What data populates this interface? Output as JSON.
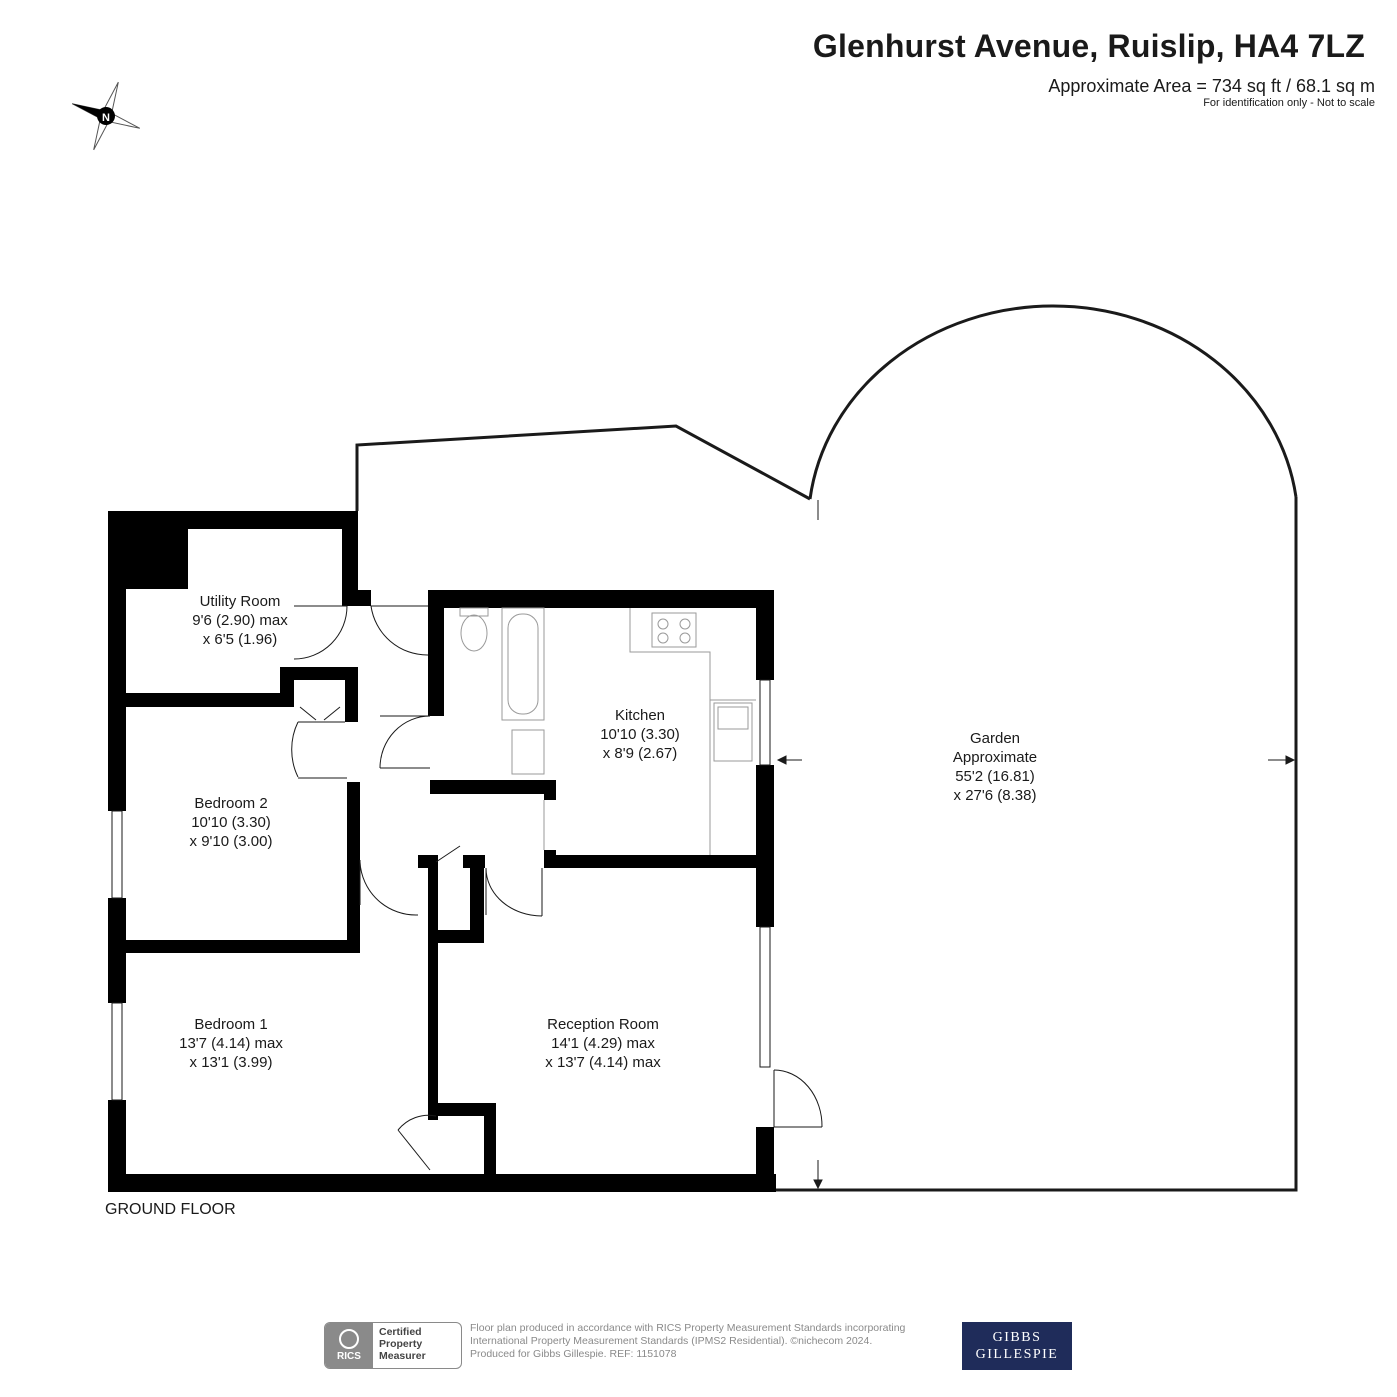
{
  "header": {
    "title": "Glenhurst Avenue, Ruislip, HA4 7LZ",
    "area": "Approximate Area = 734 sq ft / 68.1 sq m",
    "scale_note": "For identification only - Not to scale"
  },
  "compass": {
    "label": "N",
    "icon": "compass-icon"
  },
  "rooms": {
    "utility": {
      "name": "Utility Room",
      "dim1": "9'6 (2.90) max",
      "dim2": "x 6'5 (1.96)"
    },
    "kitchen": {
      "name": "Kitchen",
      "dim1": "10'10 (3.30)",
      "dim2": "x 8'9 (2.67)"
    },
    "bedroom2": {
      "name": "Bedroom 2",
      "dim1": "10'10 (3.30)",
      "dim2": "x 9'10 (3.00)"
    },
    "bedroom1": {
      "name": "Bedroom 1",
      "dim1": "13'7 (4.14) max",
      "dim2": "x 13'1 (3.99)"
    },
    "reception": {
      "name": "Reception Room",
      "dim1": "14'1 (4.29) max",
      "dim2": "x 13'7 (4.14) max"
    },
    "garden": {
      "name": "Garden",
      "name2": "Approximate",
      "dim1": "55'2 (16.81)",
      "dim2": "x 27'6 (8.38)"
    }
  },
  "floor_label": "GROUND FLOOR",
  "footer": {
    "line1": "Floor plan produced in accordance with RICS Property Measurement Standards incorporating",
    "line2": "International Property Measurement Standards (IPMS2 Residential).   ©nichecom 2024.",
    "line3": "Produced for Gibbs Gillespie.   REF: 1151078"
  },
  "rics_badge": {
    "logo": "RICS",
    "line1": "Certified",
    "line2": "Property",
    "line3": "Measurer"
  },
  "agent_logo": {
    "line1": "GIBBS",
    "line2": "GILLESPIE"
  },
  "colors": {
    "wall": "#000000",
    "line": "#1a1a1a",
    "footer_text": "#8a8a8a",
    "agent_navy": "#1f2c5a",
    "fixture": "#9a9a9a"
  }
}
